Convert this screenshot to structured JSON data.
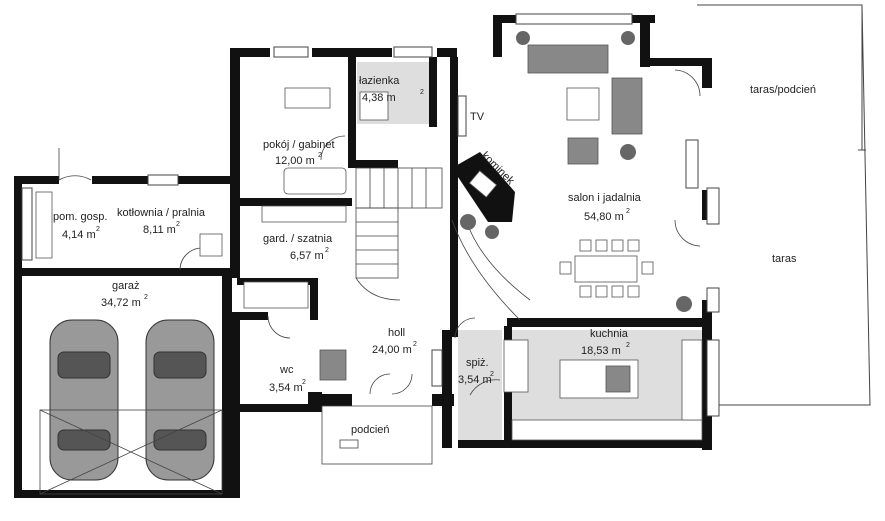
{
  "rooms": {
    "lazienka": {
      "name": "łazienka",
      "area": "4,38 m",
      "sup": "2"
    },
    "gabinet": {
      "name": "pokój / gabinet",
      "area": "12,00 m",
      "sup": "2"
    },
    "pom_gosp": {
      "name": "pom. gosp.",
      "area": "4,14 m",
      "sup": "2"
    },
    "kotlownia": {
      "name": "kotłownia / pralnia",
      "area": "8,11 m",
      "sup": "2"
    },
    "garderoba": {
      "name": "gard. / szatnia",
      "area": "6,57 m",
      "sup": "2"
    },
    "garaz": {
      "name": "garaż",
      "area": "34,72 m",
      "sup": "2"
    },
    "salon": {
      "name": "salon i jadalnia",
      "area": "54,80 m",
      "sup": "2"
    },
    "holl": {
      "name": "holl",
      "area": "24,00 m",
      "sup": "2"
    },
    "wc": {
      "name": "wc",
      "area": "3,54 m",
      "sup": "2"
    },
    "spizarnia": {
      "name": "spiż.",
      "area": "3,54 m",
      "sup": "2"
    },
    "kuchnia": {
      "name": "kuchnia",
      "area": "18,53 m",
      "sup": "2"
    }
  },
  "labels": {
    "tv": "TV",
    "kominek": "kominek",
    "taras_podcien": "taras/podcień",
    "taras": "taras",
    "podcien": "podcień"
  },
  "colors": {
    "wall": "#111111",
    "wet_floor": "#dcdcdc",
    "furniture": "#888888",
    "plant": "#5a5a5a"
  }
}
